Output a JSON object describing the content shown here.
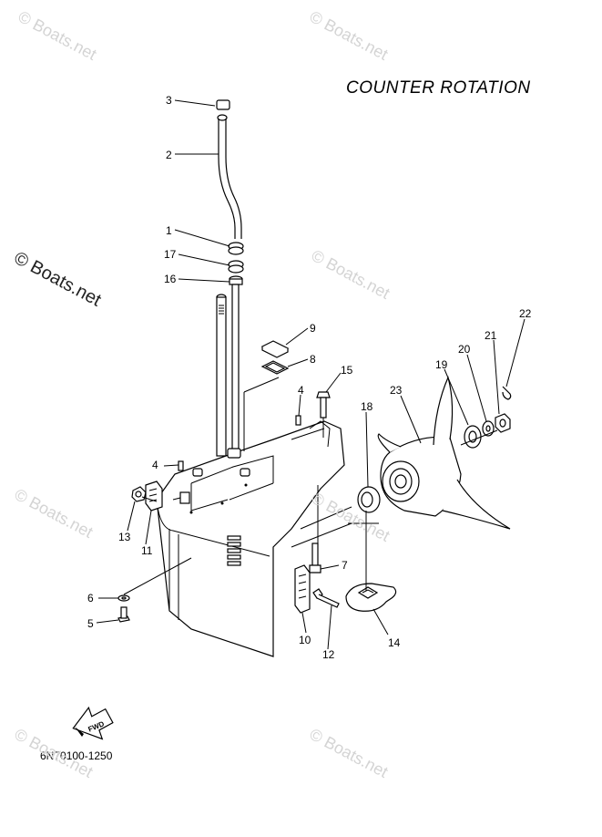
{
  "title": "COUNTER ROTATION",
  "diagram_code": "6N70100-1250",
  "watermarks": {
    "faint": "© Boats.net",
    "prominent": "© Boats.net"
  },
  "fwd_label": "FWD",
  "callouts": [
    "3",
    "2",
    "1",
    "17",
    "16",
    "9",
    "8",
    "15",
    "4",
    "4",
    "18",
    "23",
    "19",
    "20",
    "21",
    "22",
    "13",
    "11",
    "6",
    "5",
    "7",
    "10",
    "12",
    "14"
  ]
}
